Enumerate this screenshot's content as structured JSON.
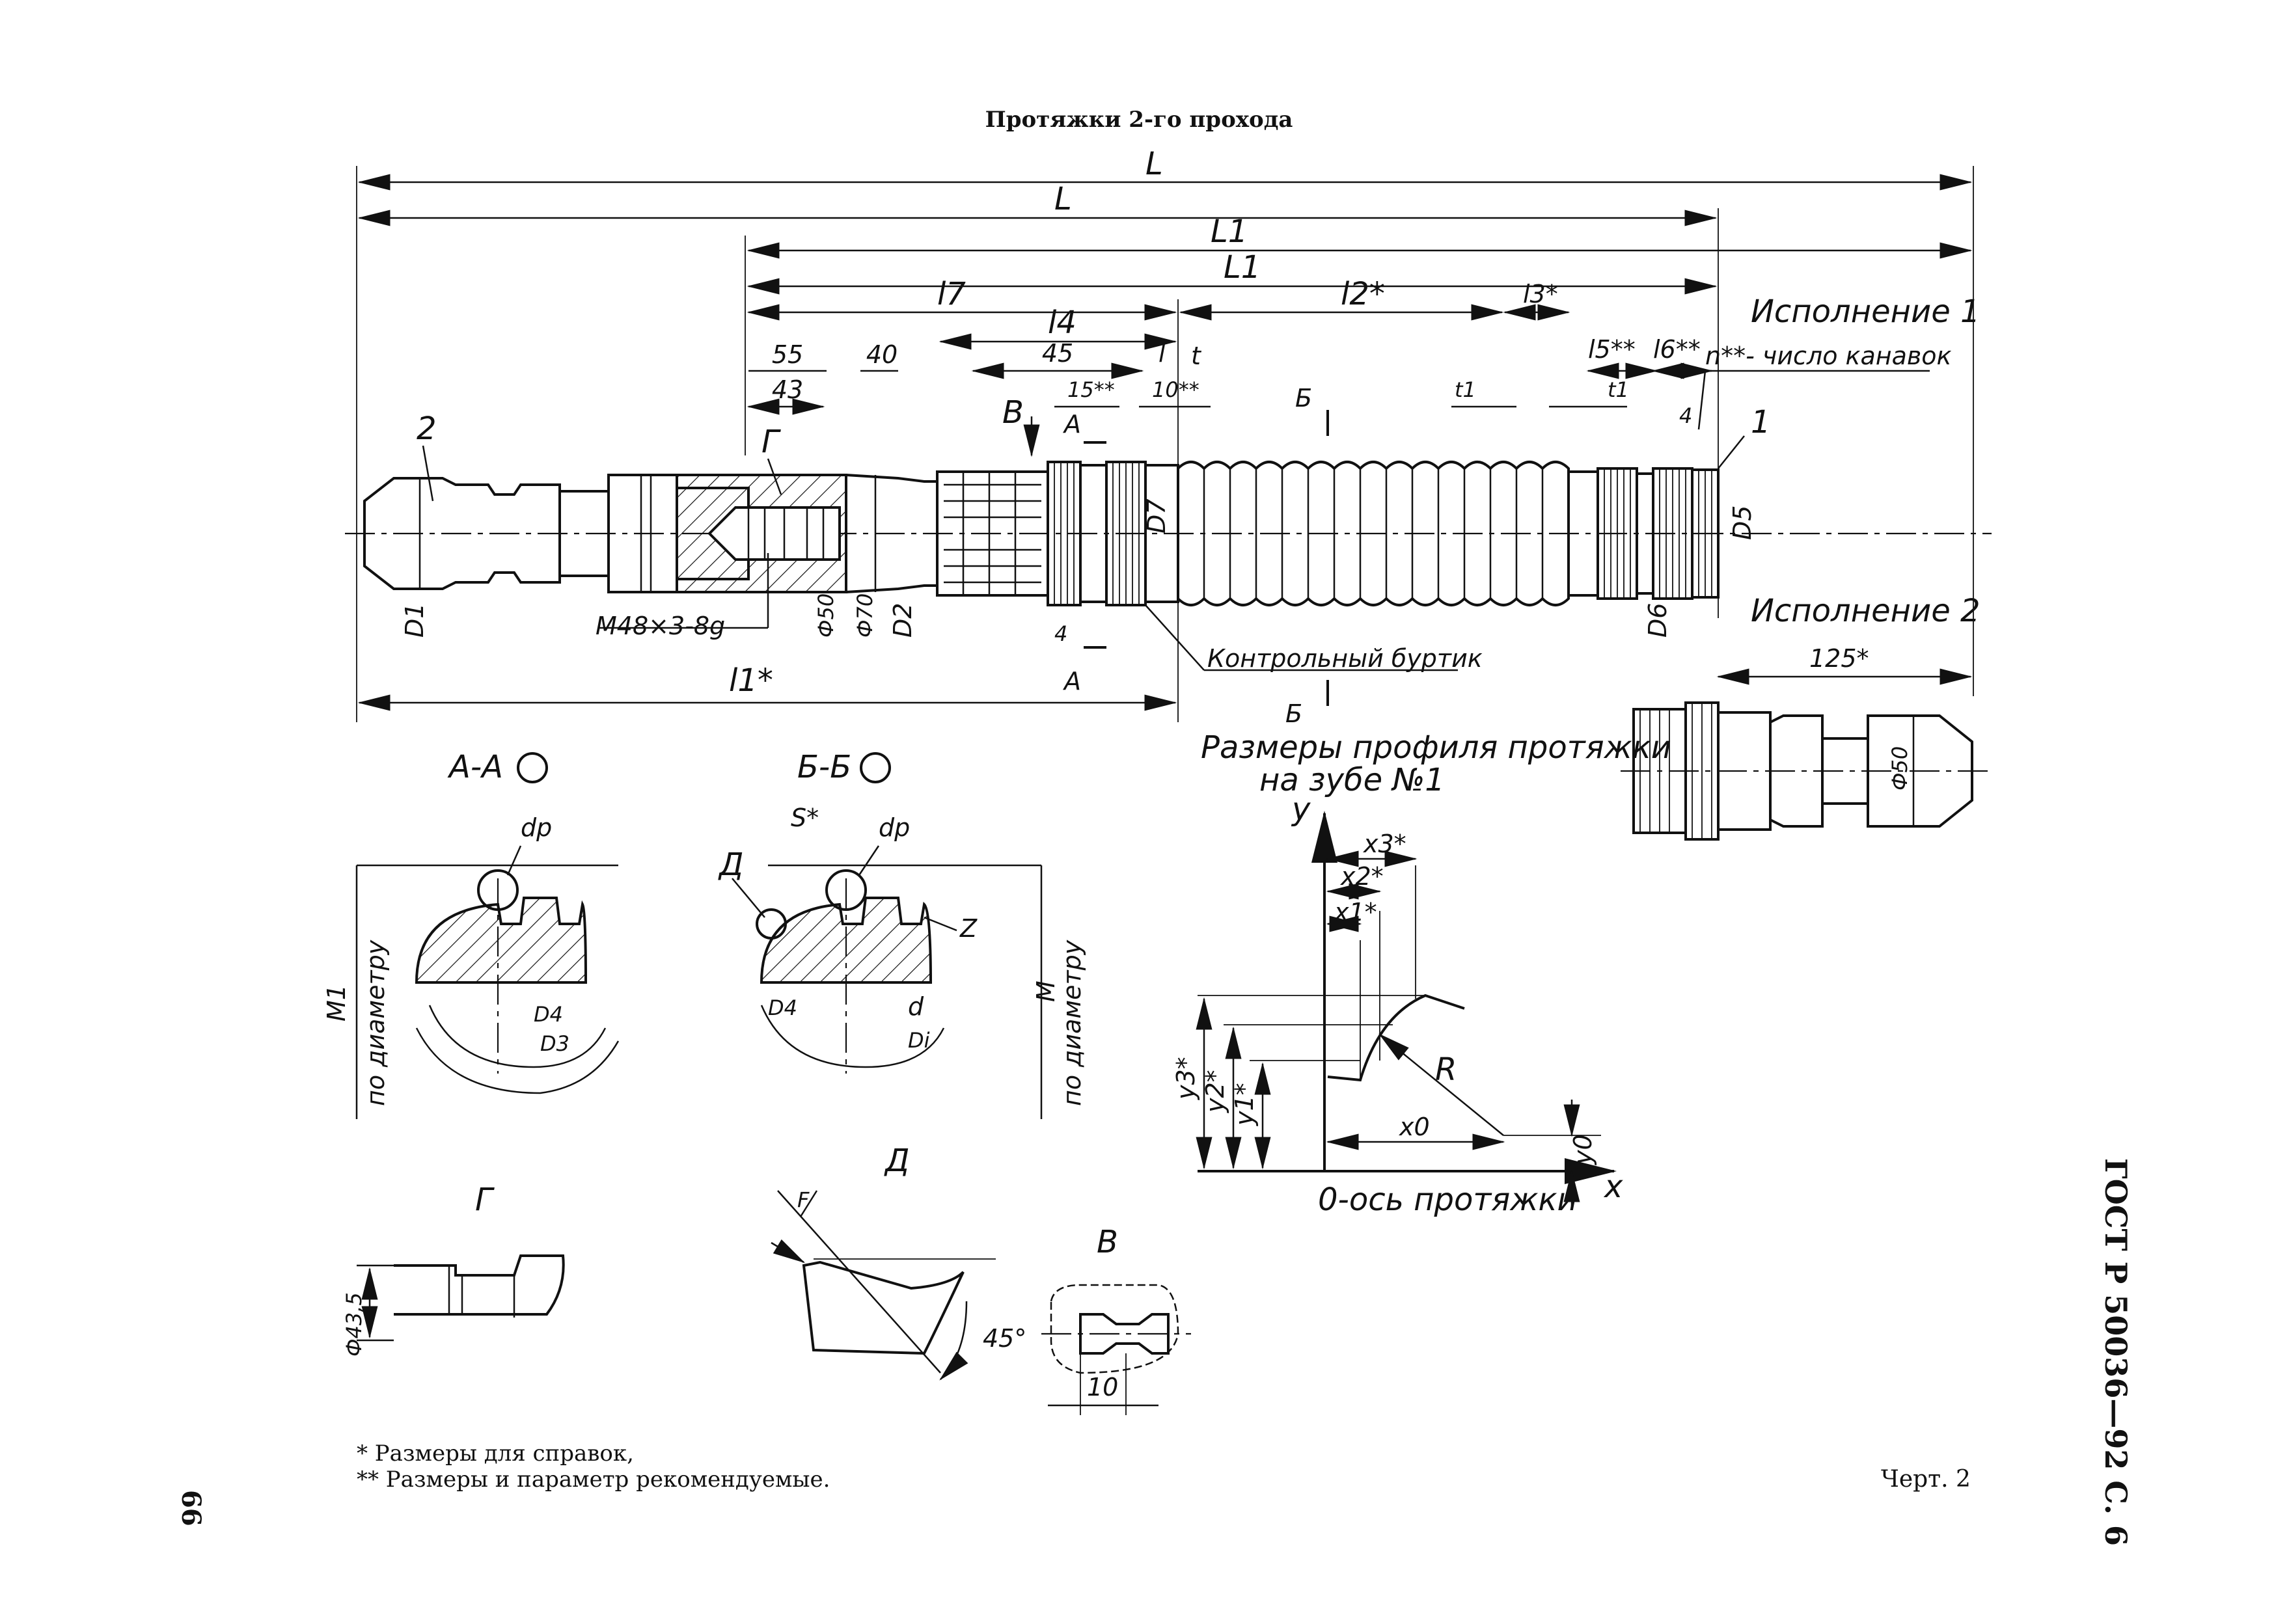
{
  "title": "Протяжки 2-го прохода",
  "side_label": "ГОСТ Р 50036—92 С. 6",
  "page_number": "66",
  "figure_label": "Черт. 2",
  "footnotes": [
    "* Размеры для справок,",
    "** Размеры и параметр рекомендуемые."
  ],
  "notes": {
    "execution1": "Исполнение 1",
    "execution2": "Исполнение 2",
    "grooves": "n**- число канавок",
    "control": "Контрольный буртик",
    "profile_title_1": "Размеры профиля протяжки",
    "profile_title_2": "на зубе №1",
    "axis_label": "0-ось протяжки"
  },
  "dims": {
    "L": "L",
    "L1": "L1",
    "l7": "l7",
    "l4": "l4",
    "l2": "l2*",
    "l3": "l3*",
    "l5": "l5**",
    "l6": "l6**",
    "l": "l",
    "t": "t",
    "t1": "t1",
    "d55": "55",
    "d40": "40",
    "d43": "43",
    "d45": "45",
    "d15": "15**",
    "d10": "10**",
    "d4": "4",
    "l1": "l1*",
    "d125": "125*",
    "thread": "M48×3-8g",
    "phi50": "Ф50",
    "phi70": "Ф70",
    "D1": "D1",
    "D2": "D2",
    "D5": "D5",
    "D6": "D6",
    "D7": "D7",
    "phi50b": "Ф50",
    "c1": "1",
    "c2": "2"
  },
  "sections": {
    "aa": "А-А",
    "bb": "Б-Б",
    "A": "А",
    "B": "Б",
    "V": "В",
    "G": "Г",
    "D": "Д",
    "dp": "dp",
    "S": "S*",
    "Z": "Z",
    "d": "d",
    "Di": "Di",
    "D4": "D4",
    "D3": "D3",
    "M1": "M1",
    "M": "M",
    "po_diam": "по диаметру",
    "phi43": "Ф43,5",
    "F": "F",
    "angle45": "45°",
    "d10v": "10"
  },
  "profile": {
    "y": "y",
    "x": "x",
    "x1": "x1*",
    "x2": "x2*",
    "x3": "x3*",
    "y1": "y1*",
    "y2": "y2*",
    "y3": "y3*",
    "R": "R",
    "x0": "x0",
    "y0": "y0"
  }
}
